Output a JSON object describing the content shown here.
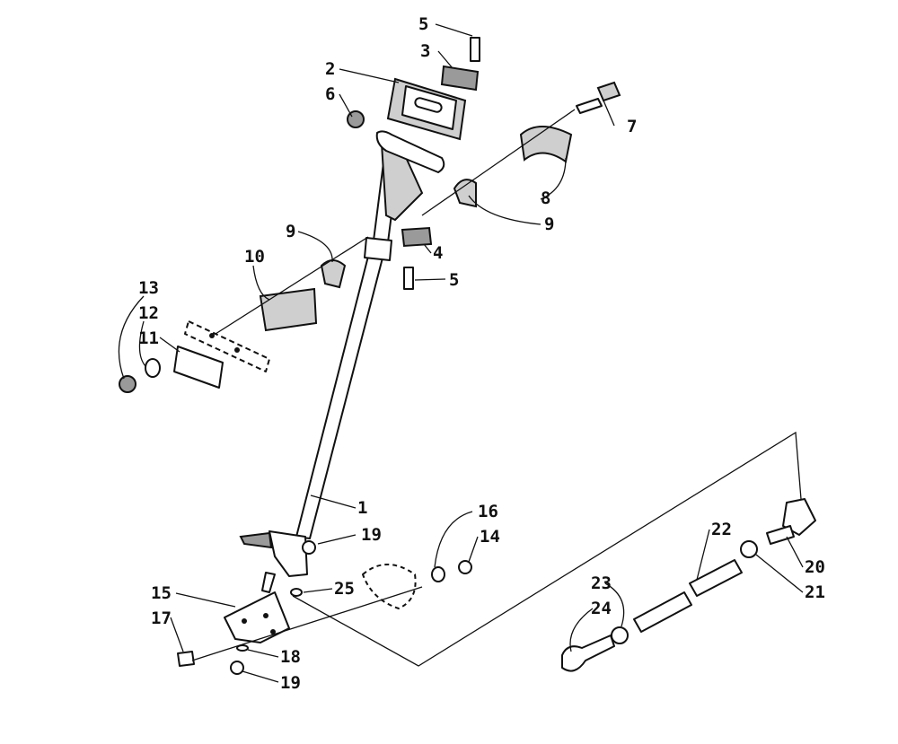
{
  "diagram": {
    "callouts": [
      {
        "id": "c5a",
        "text": "5"
      },
      {
        "id": "c3",
        "text": "3"
      },
      {
        "id": "c2",
        "text": "2"
      },
      {
        "id": "c6",
        "text": "6"
      },
      {
        "id": "c7",
        "text": "7"
      },
      {
        "id": "c8",
        "text": "8"
      },
      {
        "id": "c9a",
        "text": "9"
      },
      {
        "id": "c4",
        "text": "4"
      },
      {
        "id": "c5b",
        "text": "5"
      },
      {
        "id": "c9b",
        "text": "9"
      },
      {
        "id": "c10",
        "text": "10"
      },
      {
        "id": "c13",
        "text": "13"
      },
      {
        "id": "c12",
        "text": "12"
      },
      {
        "id": "c11",
        "text": "11"
      },
      {
        "id": "c1",
        "text": "1"
      },
      {
        "id": "c16",
        "text": "16"
      },
      {
        "id": "c14",
        "text": "14"
      },
      {
        "id": "c19a",
        "text": "19"
      },
      {
        "id": "c25",
        "text": "25"
      },
      {
        "id": "c22",
        "text": "22"
      },
      {
        "id": "c15",
        "text": "15"
      },
      {
        "id": "c17",
        "text": "17"
      },
      {
        "id": "c18",
        "text": "18"
      },
      {
        "id": "c19b",
        "text": "19"
      },
      {
        "id": "c23",
        "text": "23"
      },
      {
        "id": "c24",
        "text": "24"
      },
      {
        "id": "c20",
        "text": "20"
      },
      {
        "id": "c21",
        "text": "21"
      }
    ],
    "colors": {
      "ink": "#111111",
      "background": "#ffffff",
      "shade": "#9a9a9a"
    }
  }
}
